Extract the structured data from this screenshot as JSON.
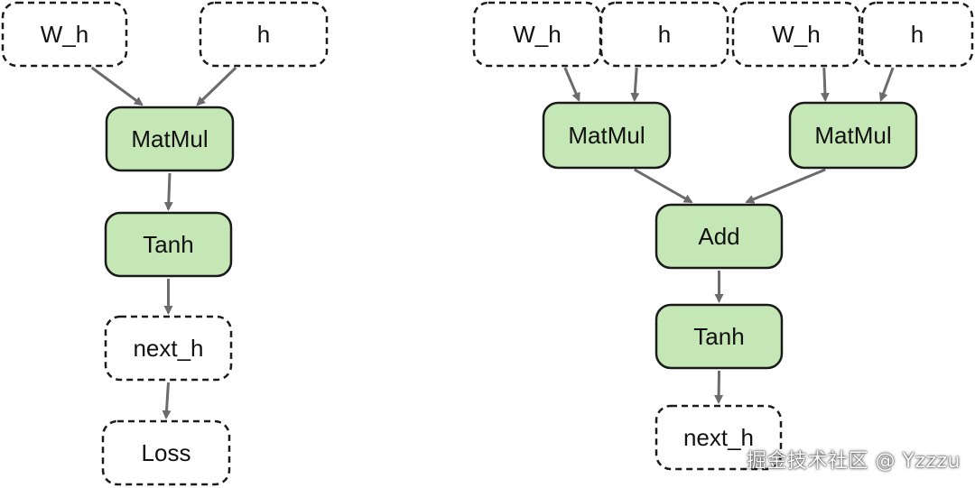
{
  "colors": {
    "op_fill": "#c5e6b5",
    "op_stroke": "#1a1a1a",
    "tensor_fill": "#ffffff",
    "tensor_stroke": "#1a1a1a",
    "arrow": "#6b6b6b"
  },
  "diagrams": [
    {
      "nodes": [
        {
          "id": "l_wh",
          "label": "W_h",
          "kind": "tensor"
        },
        {
          "id": "l_h",
          "label": "h",
          "kind": "tensor"
        },
        {
          "id": "l_matmul",
          "label": "MatMul",
          "kind": "op"
        },
        {
          "id": "l_tanh",
          "label": "Tanh",
          "kind": "op"
        },
        {
          "id": "l_next_h",
          "label": "next_h",
          "kind": "tensor"
        },
        {
          "id": "l_loss",
          "label": "Loss",
          "kind": "tensor"
        }
      ],
      "edges": [
        [
          "l_wh",
          "l_matmul"
        ],
        [
          "l_h",
          "l_matmul"
        ],
        [
          "l_matmul",
          "l_tanh"
        ],
        [
          "l_tanh",
          "l_next_h"
        ],
        [
          "l_next_h",
          "l_loss"
        ]
      ]
    },
    {
      "nodes": [
        {
          "id": "r_wh1",
          "label": "W_h",
          "kind": "tensor"
        },
        {
          "id": "r_h1",
          "label": "h",
          "kind": "tensor"
        },
        {
          "id": "r_wh2",
          "label": "W_h",
          "kind": "tensor"
        },
        {
          "id": "r_h2",
          "label": "h",
          "kind": "tensor"
        },
        {
          "id": "r_matmul1",
          "label": "MatMul",
          "kind": "op"
        },
        {
          "id": "r_matmul2",
          "label": "MatMul",
          "kind": "op"
        },
        {
          "id": "r_add",
          "label": "Add",
          "kind": "op"
        },
        {
          "id": "r_tanh",
          "label": "Tanh",
          "kind": "op"
        },
        {
          "id": "r_next_h",
          "label": "next_h",
          "kind": "tensor"
        }
      ],
      "edges": [
        [
          "r_wh1",
          "r_matmul1"
        ],
        [
          "r_h1",
          "r_matmul1"
        ],
        [
          "r_wh2",
          "r_matmul2"
        ],
        [
          "r_h2",
          "r_matmul2"
        ],
        [
          "r_matmul1",
          "r_add"
        ],
        [
          "r_matmul2",
          "r_add"
        ],
        [
          "r_add",
          "r_tanh"
        ],
        [
          "r_tanh",
          "r_next_h"
        ]
      ]
    }
  ],
  "watermark": "掘金技术社区 @ Yzzzu"
}
